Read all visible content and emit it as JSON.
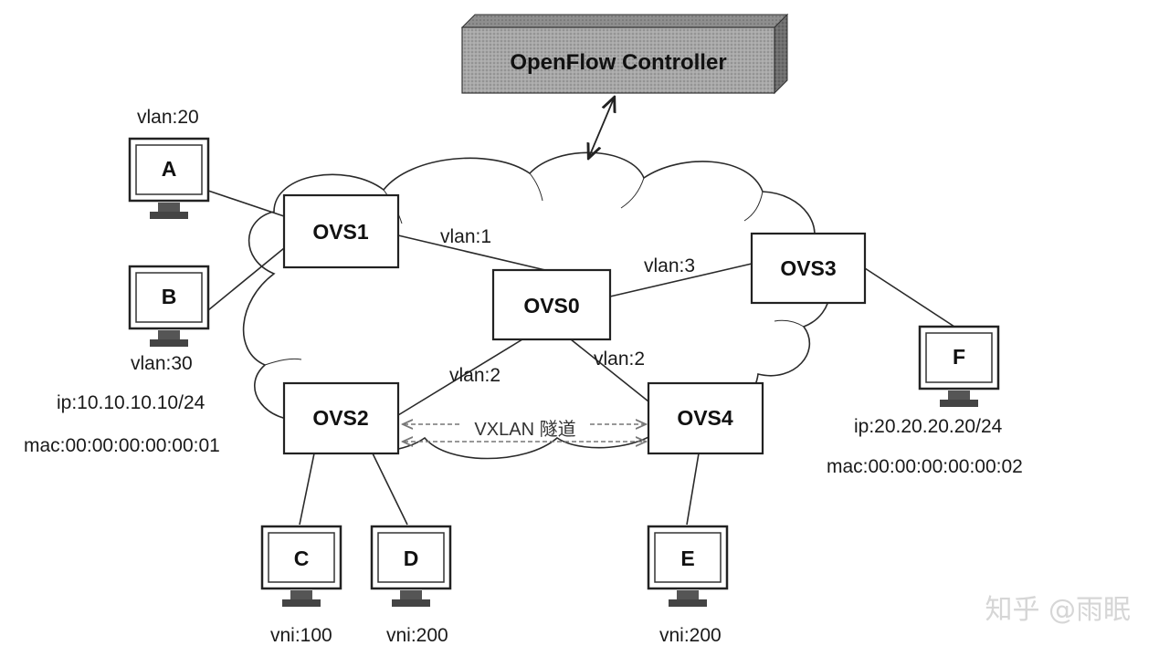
{
  "controller": {
    "label": "OpenFlow Controller"
  },
  "switches": {
    "ovs0": "OVS0",
    "ovs1": "OVS1",
    "ovs2": "OVS2",
    "ovs3": "OVS3",
    "ovs4": "OVS4"
  },
  "hosts": {
    "a": "A",
    "b": "B",
    "c": "C",
    "d": "D",
    "e": "E",
    "f": "F"
  },
  "labels": {
    "vlan_a": "vlan:20",
    "vlan_b": "vlan:30",
    "ip_b": "ip:10.10.10.10/24",
    "mac_b": "mac:00:00:00:00:00:01",
    "ip_f": "ip:20.20.20.20/24",
    "mac_f": "mac:00:00:00:00:00:02",
    "vni_c": "vni:100",
    "vni_d": "vni:200",
    "vni_e": "vni:200",
    "link_ovs1_ovs0": "vlan:1",
    "link_ovs0_ovs3": "vlan:3",
    "link_ovs0_ovs2": "vlan:2",
    "link_ovs0_ovs4": "vlan:2",
    "tunnel": "VXLAN 隧道"
  },
  "watermark": "知乎 @雨眠"
}
